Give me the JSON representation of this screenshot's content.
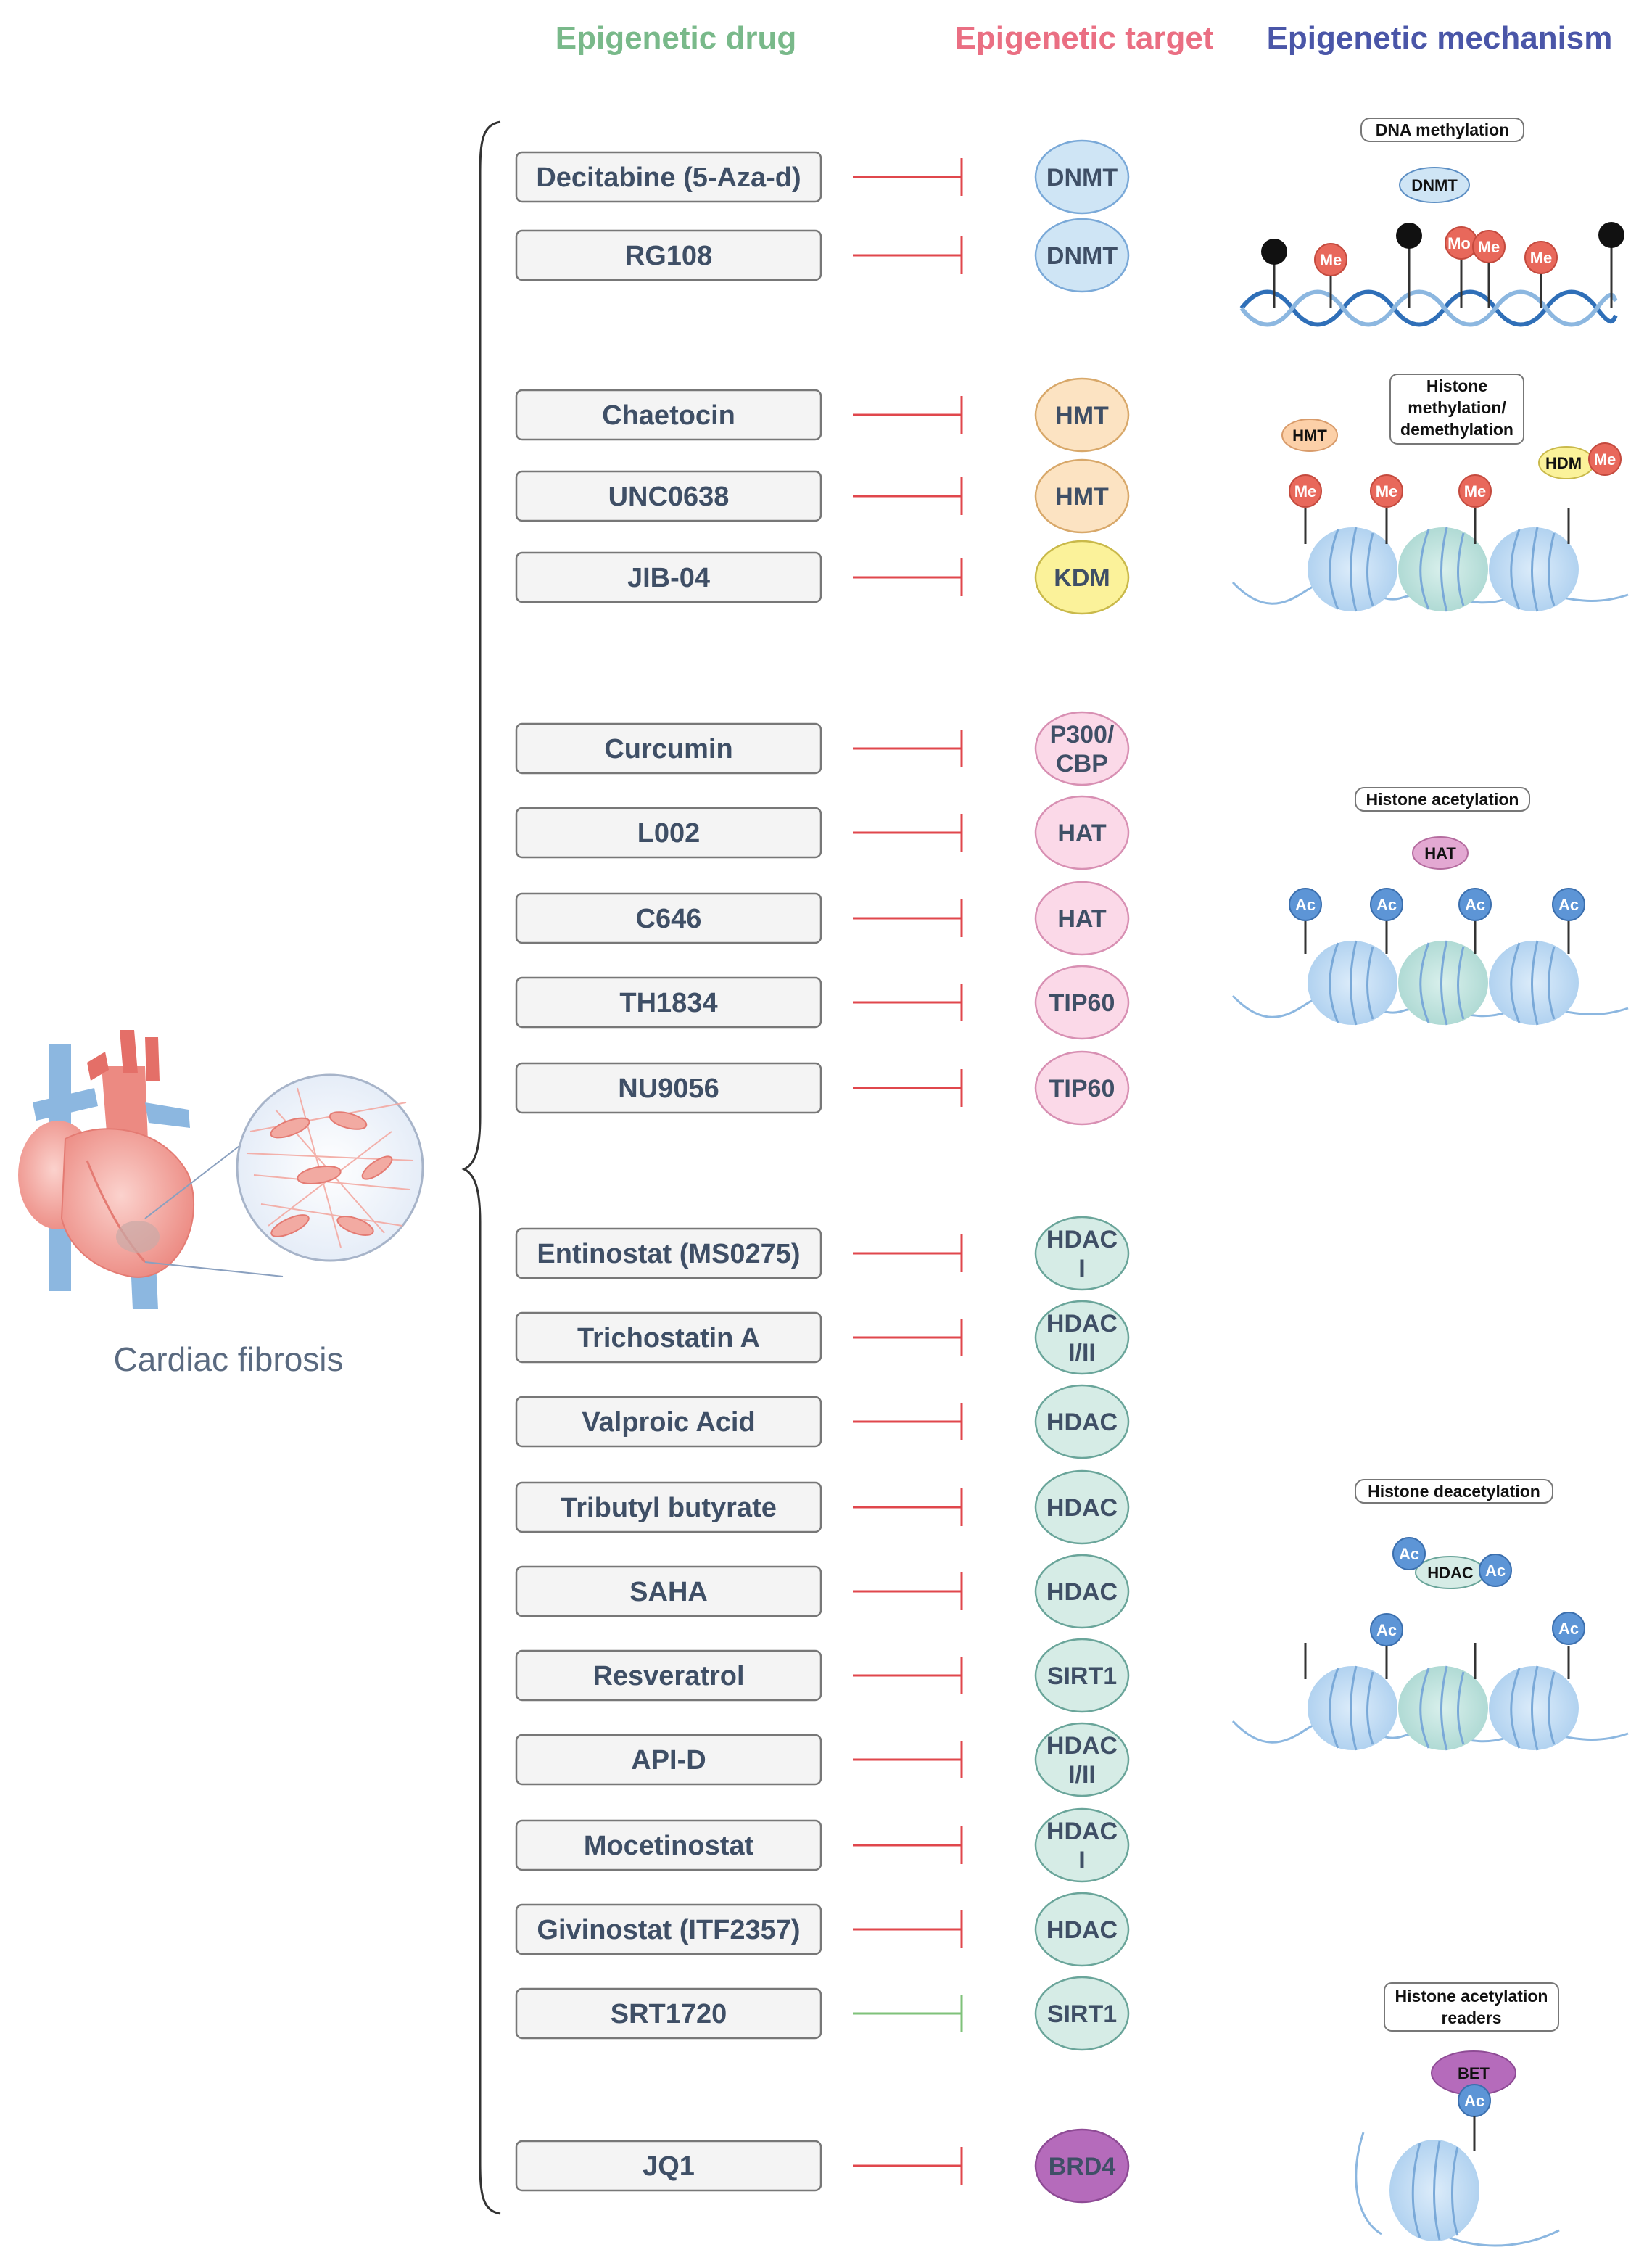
{
  "headers": {
    "drug": "Epigenetic drug",
    "target": "Epigenetic target",
    "mechanism": "Epigenetic mechanism"
  },
  "heart_label": "Cardiac fibrosis",
  "rows": [
    {
      "drug": "Decitabine (5-Aza-d)",
      "target": [
        "DNMT"
      ],
      "target_color": "#cfe5f5",
      "line_color": "#e0474c"
    },
    {
      "drug": "RG108",
      "target": [
        "DNMT"
      ],
      "target_color": "#cfe5f5",
      "line_color": "#e0474c"
    },
    {
      "drug": "Chaetocin",
      "target": [
        "HMT"
      ],
      "target_color": "#fce3c2",
      "line_color": "#e0474c"
    },
    {
      "drug": "UNC0638",
      "target": [
        "HMT"
      ],
      "target_color": "#fce3c2",
      "line_color": "#e0474c"
    },
    {
      "drug": "JIB-04",
      "target": [
        "KDM"
      ],
      "target_color": "#fbf29a",
      "line_color": "#e0474c"
    },
    {
      "drug": "Curcumin",
      "target": [
        "P300/",
        "CBP"
      ],
      "target_color": "#fbd9e8",
      "line_color": "#e0474c"
    },
    {
      "drug": "L002",
      "target": [
        "HAT"
      ],
      "target_color": "#fbd9e8",
      "line_color": "#e0474c"
    },
    {
      "drug": "C646",
      "target": [
        "HAT"
      ],
      "target_color": "#fbd9e8",
      "line_color": "#e0474c"
    },
    {
      "drug": "TH1834",
      "target": [
        "TIP60"
      ],
      "target_color": "#fbd9e8",
      "line_color": "#e0474c"
    },
    {
      "drug": "NU9056",
      "target": [
        "TIP60"
      ],
      "target_color": "#fbd9e8",
      "line_color": "#e0474c"
    },
    {
      "drug": "Entinostat (MS0275)",
      "target": [
        "HDAC",
        "I"
      ],
      "target_color": "#d6ece6",
      "line_color": "#e0474c"
    },
    {
      "drug": "Trichostatin A",
      "target": [
        "HDAC",
        "I/II"
      ],
      "target_color": "#d6ece6",
      "line_color": "#e0474c"
    },
    {
      "drug": "Valproic Acid",
      "target": [
        "HDAC"
      ],
      "target_color": "#d6ece6",
      "line_color": "#e0474c"
    },
    {
      "drug": "Tributyl butyrate",
      "target": [
        "HDAC"
      ],
      "target_color": "#d6ece6",
      "line_color": "#e0474c"
    },
    {
      "drug": "SAHA",
      "target": [
        "HDAC"
      ],
      "target_color": "#d6ece6",
      "line_color": "#e0474c"
    },
    {
      "drug": "Resveratrol",
      "target": [
        "SIRT1"
      ],
      "target_color": "#d6ece6",
      "line_color": "#e0474c"
    },
    {
      "drug": "API-D",
      "target": [
        "HDAC",
        "I/II"
      ],
      "target_color": "#d6ece6",
      "line_color": "#e0474c"
    },
    {
      "drug": "Mocetinostat",
      "target": [
        "HDAC",
        "I"
      ],
      "target_color": "#d6ece6",
      "line_color": "#e0474c"
    },
    {
      "drug": "Givinostat (ITF2357)",
      "target": [
        "HDAC"
      ],
      "target_color": "#d6ece6",
      "line_color": "#e0474c"
    },
    {
      "drug": "SRT1720",
      "target": [
        "SIRT1"
      ],
      "target_color": "#d6ece6",
      "line_color": "#7fc27a"
    },
    {
      "drug": "JQ1",
      "target": [
        "BRD4"
      ],
      "target_color": "#b56bbb",
      "line_color": "#e0474c"
    }
  ],
  "mechanisms": {
    "dna_methylation": {
      "label": "DNA methylation",
      "enzyme": "DNMT",
      "mark": "Me",
      "mark_partial": "Mo"
    },
    "histone_methylation": {
      "label": [
        "Histone",
        "methylation/",
        "demethylation"
      ],
      "writer": "HMT",
      "eraser": "HDM",
      "mark": "Me"
    },
    "histone_acetylation": {
      "label": "Histone acetylation",
      "enzyme": "HAT",
      "mark": "Ac"
    },
    "histone_deacetylation": {
      "label": "Histone deacetylation",
      "enzyme": "HDAC",
      "mark": "Ac"
    },
    "acetylation_readers": {
      "label": [
        "Histone acetylation",
        "readers"
      ],
      "reader": "BET",
      "mark": "Ac"
    }
  },
  "colors": {
    "drug_header": "#79b98a",
    "target_header": "#ea6f83",
    "mechanism_header": "#4a56a8",
    "inhibit_line": "#e0474c",
    "activate_line": "#7fc27a",
    "me_mark": "#e8685b",
    "ac_mark": "#5d95d6",
    "dna_blue": "#2f6fb8",
    "nucleosome": "#cfe5f5",
    "nucleosome_mid": "#cdeae8"
  }
}
